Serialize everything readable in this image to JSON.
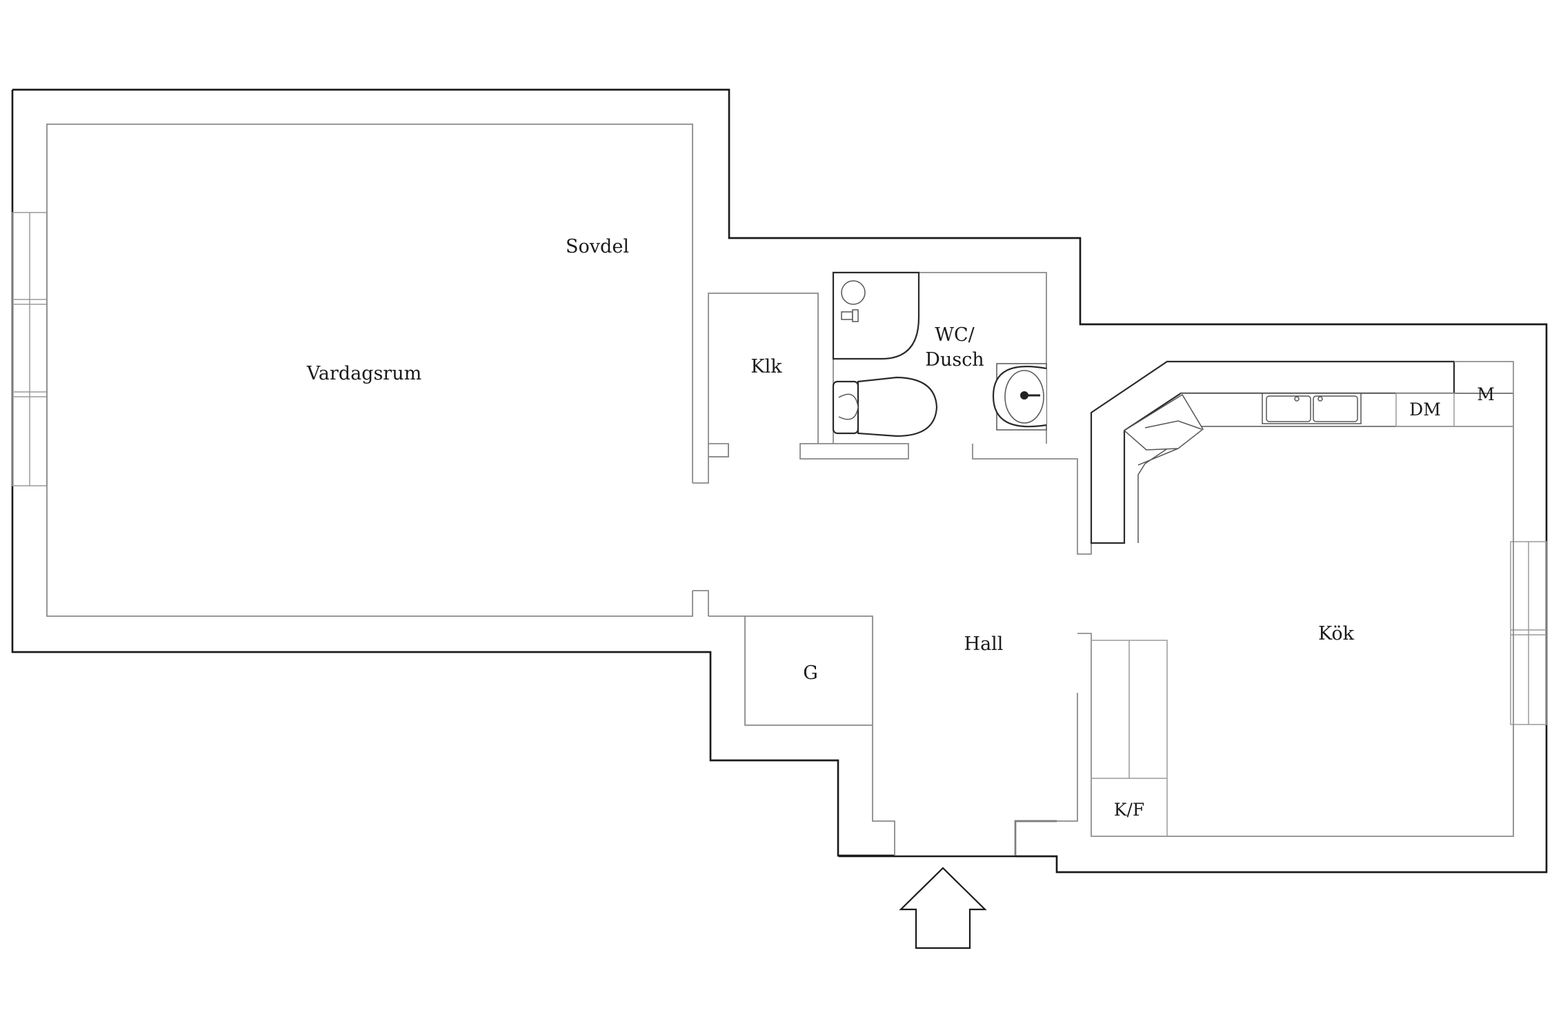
{
  "floor_plan": {
    "rooms": {
      "vardagsrum": "Vardagsrum",
      "sovdel": "Sovdel",
      "klk": "Klk",
      "wc_line1": "WC/",
      "wc_line2": "Dusch",
      "hall": "Hall",
      "g": "G",
      "kok": "Kök"
    },
    "appliances": {
      "dm": "DM",
      "m": "M",
      "kf": "K/F"
    },
    "entrance_marker": "arrow-up",
    "colors": {
      "wall": "#1a1a1a",
      "inner_line": "#8a8a8a",
      "background": "#ffffff"
    }
  }
}
